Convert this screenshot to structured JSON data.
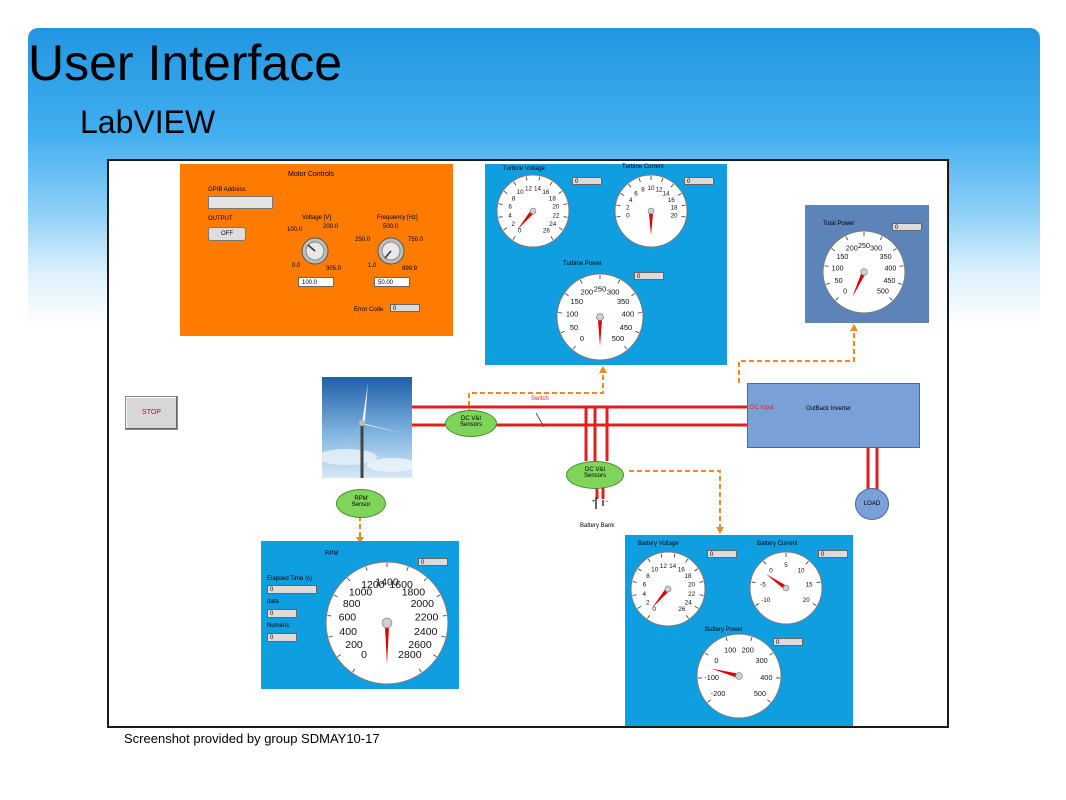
{
  "slide": {
    "title": "User Interface",
    "subtitle": "LabVIEW",
    "caption": "Screenshot provided by group SDMAY10-17"
  },
  "motor_controls": {
    "title": "Motor Controls",
    "gpib_label": "GPIB Address",
    "output_label": "OUTPUT",
    "output_button": "OFF",
    "voltage_label": "Voltage [V]",
    "voltage_ticks": [
      "100.0",
      "200.0",
      "0.0",
      "305.0"
    ],
    "voltage_value": "100.0",
    "frequency_label": "Frequency [Hz]",
    "frequency_ticks": [
      "500.0",
      "250.0",
      "750.0",
      "1.0",
      "999.9"
    ],
    "frequency_value": "50.00",
    "error_label": "Error Code",
    "error_value": "0"
  },
  "stop_button": "STOP",
  "gauges": {
    "turbine_voltage": {
      "title": "Turbine Voltage",
      "ticks": [
        "0",
        "2",
        "4",
        "6",
        "8",
        "10",
        "12",
        "14",
        "16",
        "18",
        "20",
        "22",
        "24",
        "26"
      ],
      "value": "0"
    },
    "turbine_current": {
      "title": "Turbine Current",
      "ticks": [
        "0",
        "2",
        "4",
        "6",
        "8",
        "10",
        "12",
        "14",
        "16",
        "18",
        "20"
      ],
      "value": "0"
    },
    "turbine_power": {
      "title": "Turbine Power",
      "ticks": [
        "0",
        "50",
        "100",
        "150",
        "200",
        "250",
        "300",
        "350",
        "400",
        "450",
        "500"
      ],
      "value": "0"
    },
    "total_power": {
      "title": "Total Power",
      "ticks": [
        "0",
        "50",
        "100",
        "150",
        "200",
        "250",
        "300",
        "350",
        "400",
        "450",
        "500"
      ],
      "value": "0"
    },
    "rpm": {
      "title": "RPM",
      "ticks": [
        "0",
        "200",
        "400",
        "600",
        "800",
        "1000",
        "1200",
        "1400",
        "1600",
        "1800",
        "2000",
        "2200",
        "2400",
        "2600",
        "2800"
      ],
      "value": "0"
    },
    "battery_voltage": {
      "title": "Battery Voltage",
      "ticks": [
        "0",
        "2",
        "4",
        "6",
        "8",
        "10",
        "12",
        "14",
        "16",
        "18",
        "20",
        "22",
        "24",
        "26"
      ],
      "value": "0"
    },
    "battery_current": {
      "title": "Battery Current",
      "ticks": [
        "-10",
        "-5",
        "0",
        "5",
        "10",
        "15",
        "20"
      ],
      "value": "0"
    },
    "battery_power": {
      "title": "Battery Power",
      "ticks": [
        "-200",
        "-100",
        "0",
        "100",
        "200",
        "300",
        "400",
        "500"
      ],
      "value": "0"
    }
  },
  "rpm_panel": {
    "elapsed_label": "Elapsed Time (s)",
    "elapsed_value": "0",
    "data_label": "data",
    "data_value": "0",
    "numeric_label": "Numeric",
    "numeric_value": "0"
  },
  "diagram": {
    "switch_label": "Switch",
    "dc_sensor_1": [
      "DC V&I",
      "Sensors"
    ],
    "dc_sensor_2": [
      "DC V&I",
      "Sensors"
    ],
    "rpm_sensor": [
      "RPM",
      "Sensor"
    ],
    "dc_input": "DC Input",
    "inverter": "OutBack Inverter",
    "load": "LOAD",
    "battery_bank": "Battery Bank",
    "battery_plus": "+",
    "battery_minus": "−"
  },
  "colors": {
    "motor_panel": "#ff7b00",
    "gauge_panel": "#0f9ee0",
    "total_power_panel": "#5c84b8",
    "wire": "#e02020",
    "signal": "#f08a24",
    "needle": "#e00000"
  }
}
